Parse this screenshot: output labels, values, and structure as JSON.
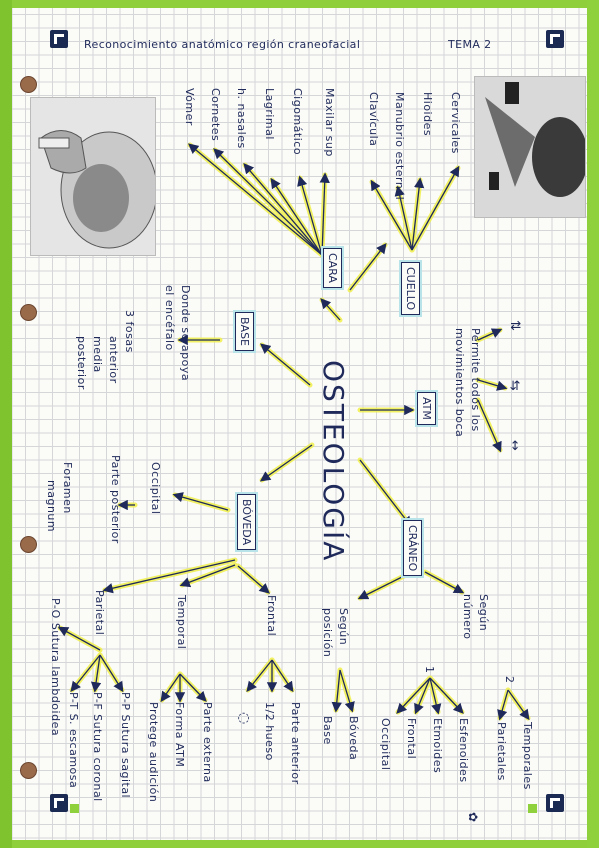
{
  "header": {
    "title": "Reconocimiento anatómico región craneofacial",
    "topic": "TEMA 2"
  },
  "center": {
    "label": "OSTEOLOGÍA"
  },
  "nodes": {
    "cara": "CARA",
    "cuello": "CUELLO",
    "base": "BASE",
    "atm": "ATM",
    "boveda": "BÓVEDA",
    "craneo": "CRÁNEO"
  },
  "cara_items": [
    "Vómer",
    "Cornetes",
    "h. nasales",
    "Lagrimal",
    "Cigomático",
    "Maxilar sup"
  ],
  "cuello_items": [
    "Cervicales",
    "Hioides",
    "Manubrio esternal",
    "Clavícula"
  ],
  "base_items": {
    "desc1": "Donde se apoya",
    "desc2": "el encéfalo",
    "fosas": "3 fosas",
    "fosas_list": [
      "anterior",
      "media",
      "posterior"
    ]
  },
  "atm_items": {
    "desc1": "Permite todos los",
    "desc2": "movimientos boca"
  },
  "boveda_items": {
    "occipital": "Occipital",
    "parte_post": "Parte posterior",
    "foramen1": "Foramen",
    "foramen2": "magnum",
    "parietal": "Parietal",
    "temporal": "Temporal",
    "frontal": "Frontal",
    "parietal_subs": [
      "P-O Sutura lambdoidea",
      "P-T S. escamosa",
      "P-F Sutura coronal",
      "P-P Sutura sagital"
    ],
    "temporal_subs": [
      "Protege audición",
      "Forma ATM",
      "Parte externa"
    ],
    "frontal_subs": [
      "1/2 hueso",
      "Parte anterior"
    ]
  },
  "craneo_items": {
    "segun_posicion1": "Según",
    "segun_posicion2": "posición",
    "posicion_subs": [
      "Base",
      "Bóveda"
    ],
    "segun_numero1": "Según",
    "segun_numero2": "número",
    "num_one": "1",
    "num_two": "2",
    "one_subs": [
      "Occipital",
      "Frontal",
      "Etmoides",
      "Esfenoides"
    ],
    "two_subs": [
      "Parietales",
      "Temporales"
    ]
  },
  "colors": {
    "ink": "#1f2a5a",
    "highlight": "#f0f04a",
    "box_glow": "#b8e3e9",
    "edge": "#8fcf3c"
  }
}
